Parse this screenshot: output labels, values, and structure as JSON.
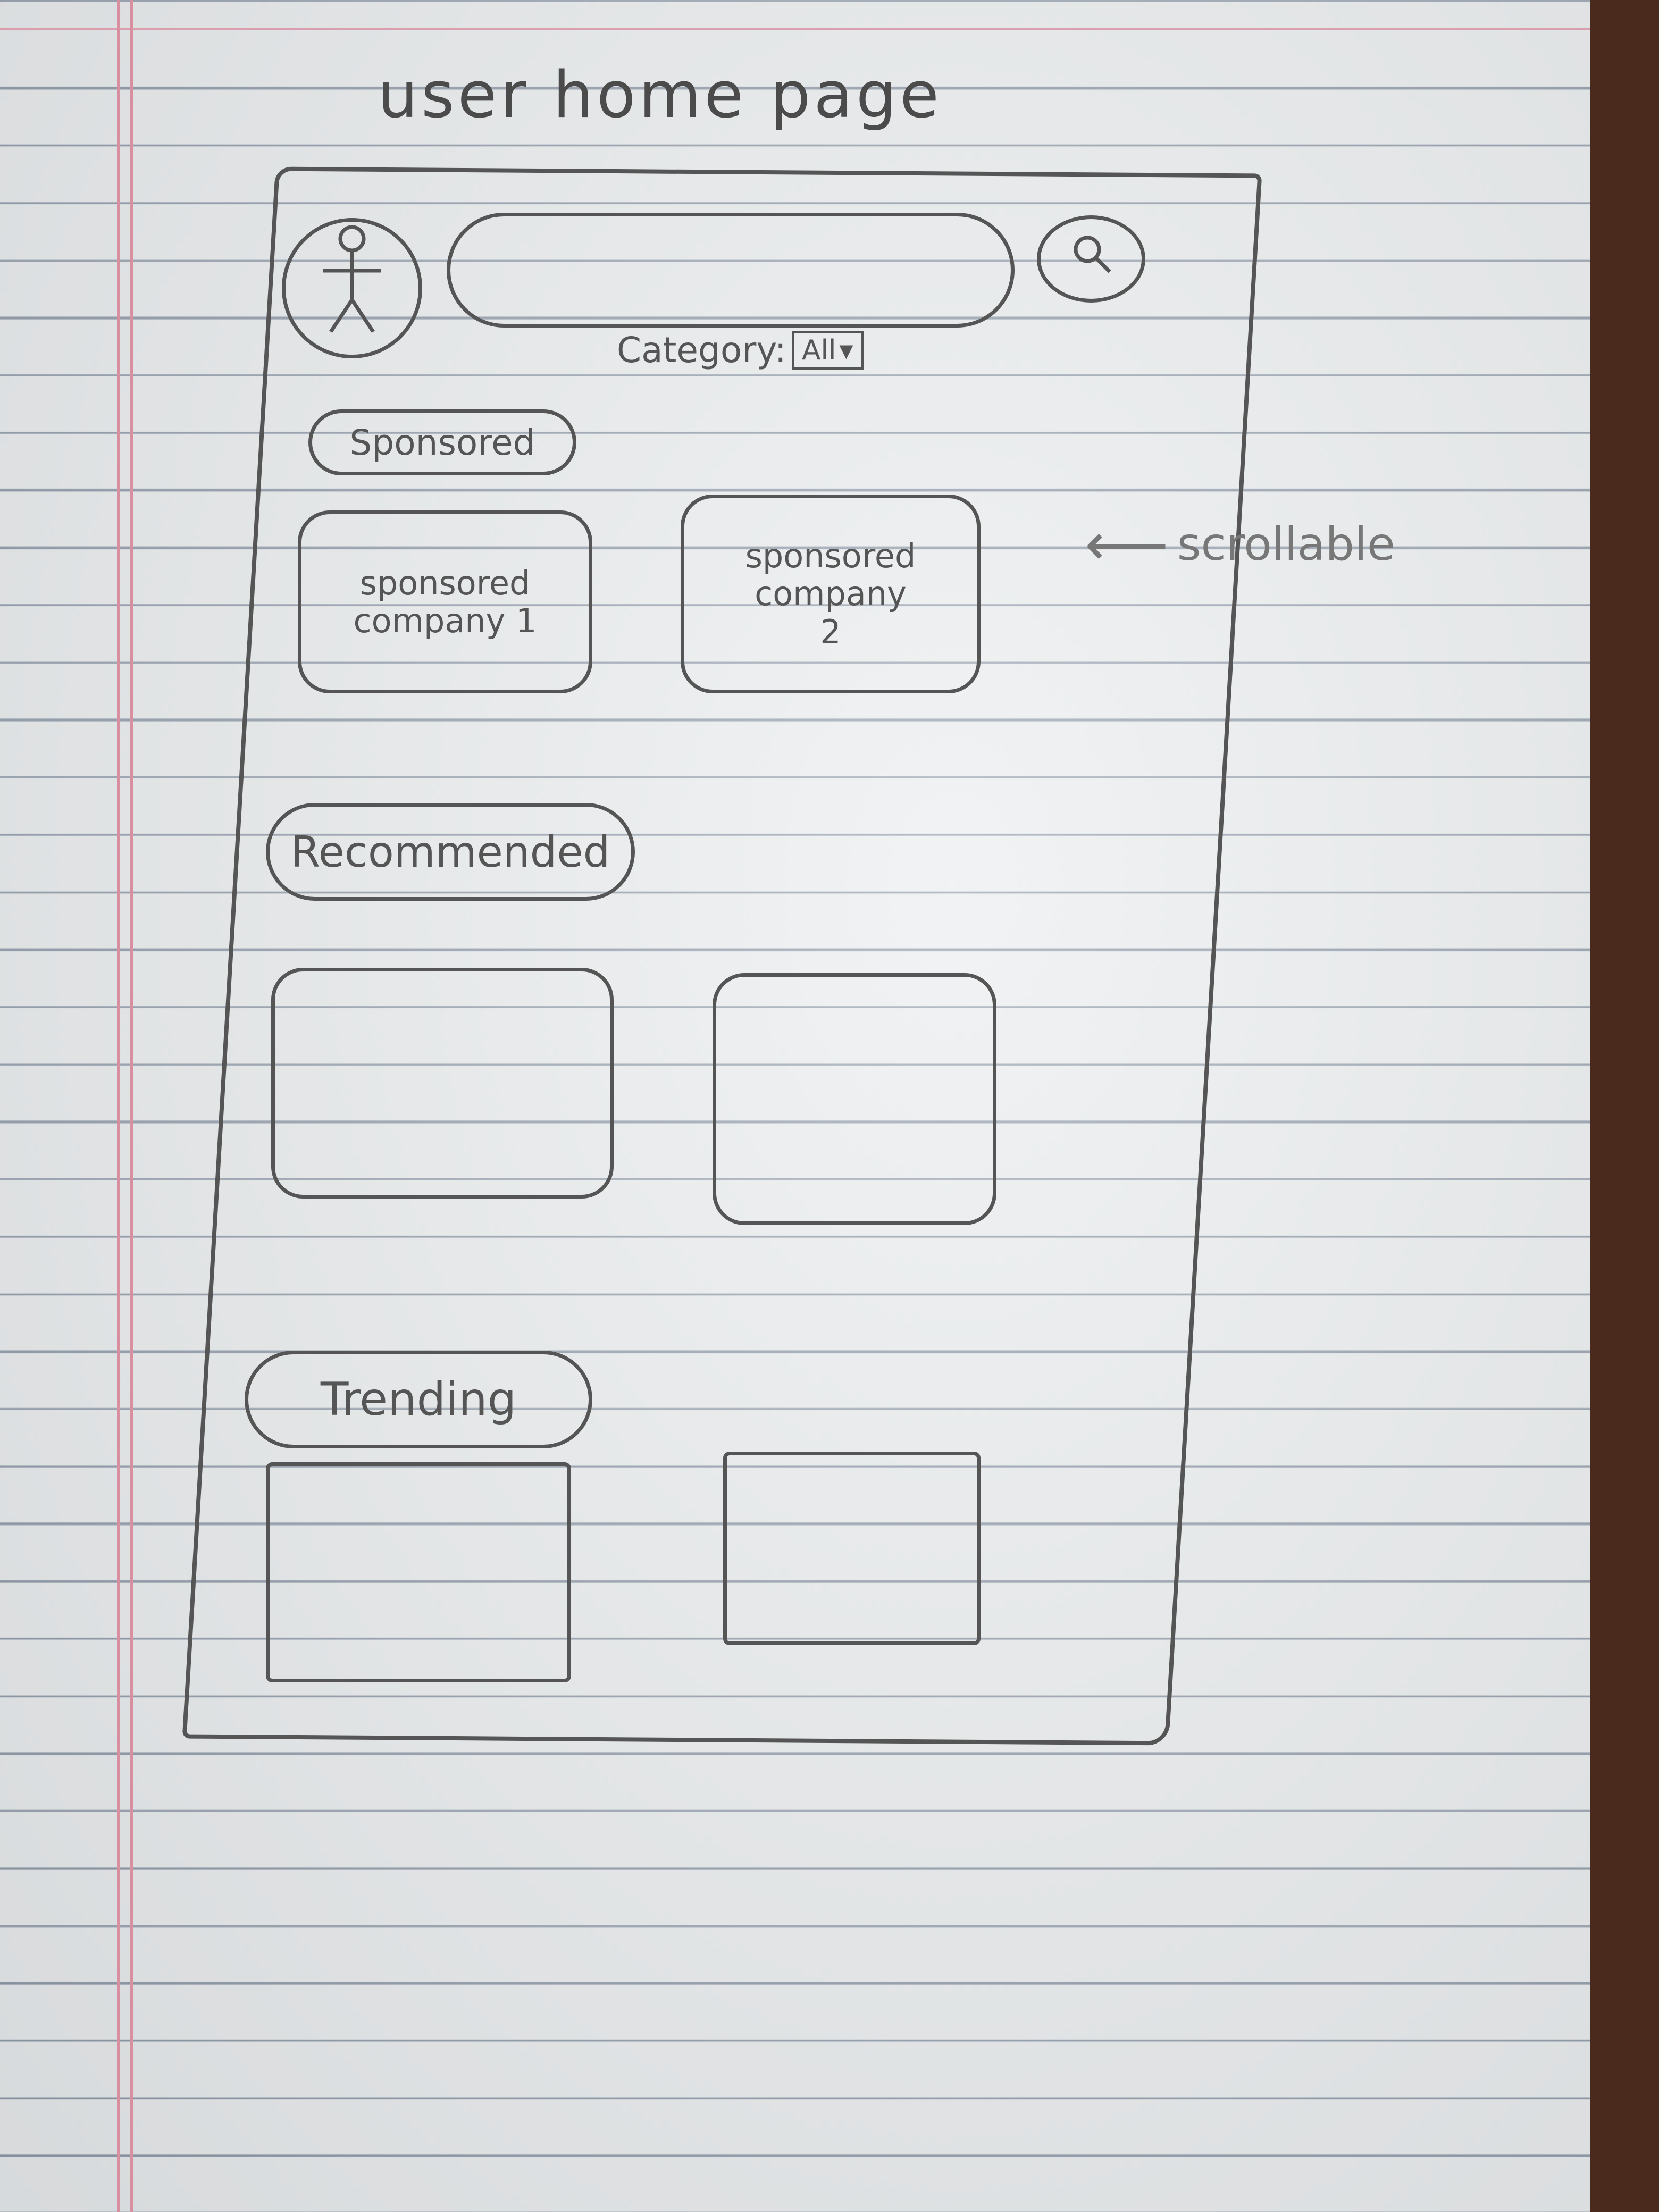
{
  "page_title": "user home page",
  "search": {
    "placeholder": "",
    "icon": "search-icon"
  },
  "avatar": {
    "icon": "stick-figure-icon"
  },
  "category": {
    "label": "Category:",
    "selected": "All"
  },
  "sections": {
    "sponsored": {
      "label": "Sponsored",
      "cards": [
        "sponsored\ncompany 1",
        "sponsored\ncompany\n2"
      ]
    },
    "recommended": {
      "label": "Recommended",
      "cards": [
        "",
        ""
      ]
    },
    "trending": {
      "label": "Trending",
      "cards": [
        "",
        ""
      ]
    }
  },
  "annotation": {
    "scrollable": "scrollable"
  },
  "colors": {
    "pencil": "#555555",
    "paper": "#e9ecee",
    "margin": "#d88fa0"
  }
}
